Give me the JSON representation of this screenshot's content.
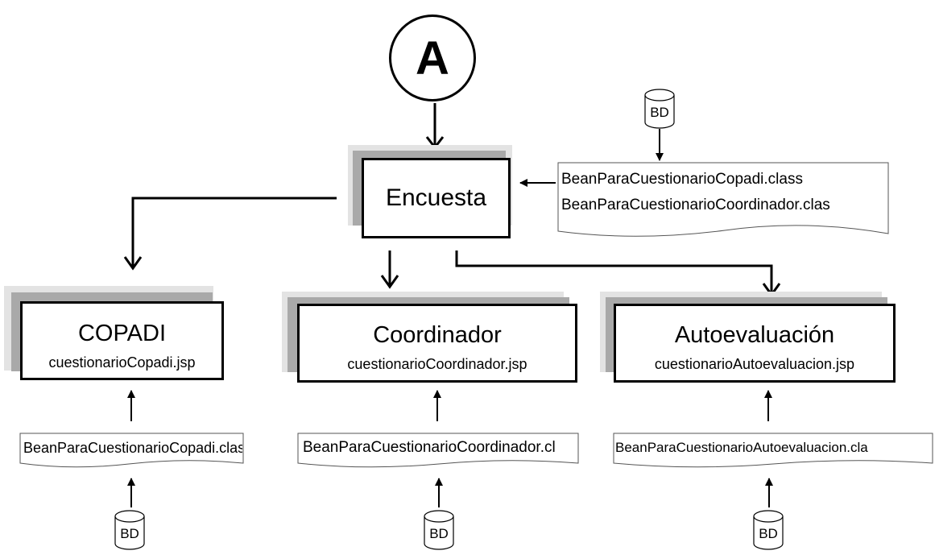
{
  "connector": {
    "label": "A"
  },
  "encuesta": {
    "title": "Encuesta"
  },
  "encuesta_doc": {
    "lines": [
      "BeanParaCuestionarioCopadi.class",
      "BeanParaCuestionarioCoordinador.clas"
    ]
  },
  "db_label": "BD",
  "modules": [
    {
      "title": "COPADI",
      "file": "cuestionarioCopadi.jsp",
      "bean": "BeanParaCuestionarioCopadi.clas"
    },
    {
      "title": "Coordinador",
      "file": "cuestionarioCoordinador.jsp",
      "bean": "BeanParaCuestionarioCoordinador.cl"
    },
    {
      "title": "Autoevaluación",
      "file": "cuestionarioAutoevaluacion.jsp",
      "bean": "BeanParaCuestionarioAutoevaluacion.cla"
    }
  ]
}
